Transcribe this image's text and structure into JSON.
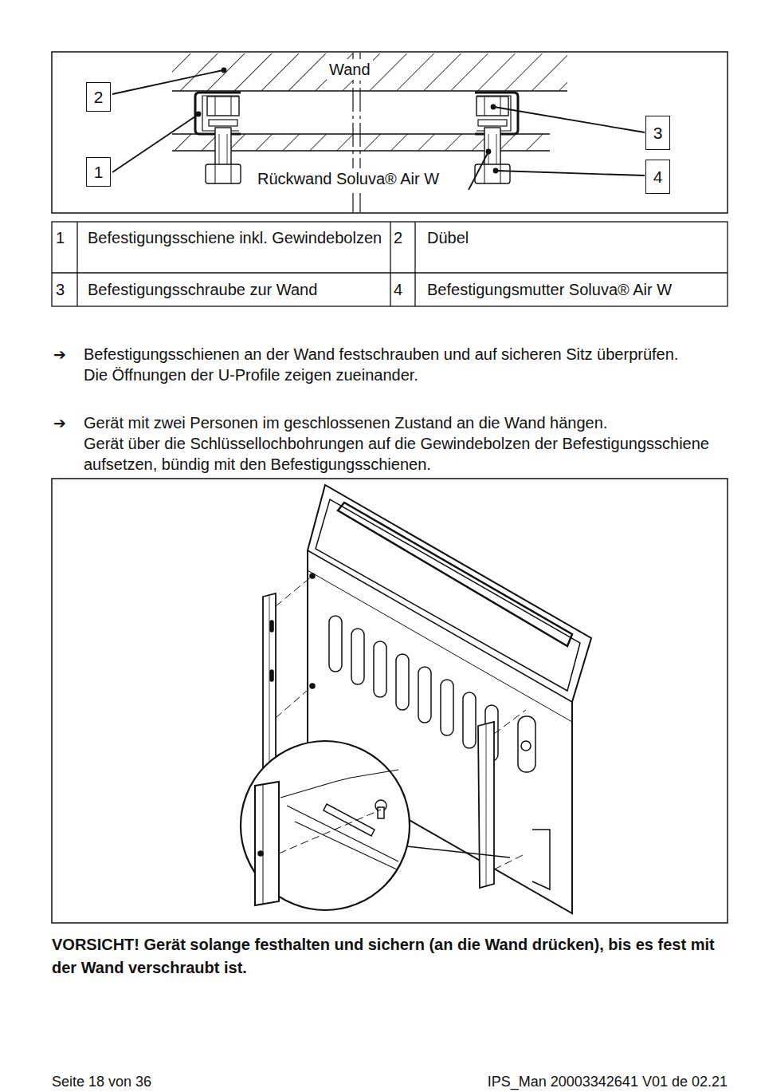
{
  "diagram": {
    "nodes": [
      {
        "text": [
          "2"
        ]
      },
      {
        "text": [
          "3"
        ]
      },
      {
        "text": [
          "1"
        ]
      },
      {
        "text": [
          "4"
        ]
      }
    ],
    "labels": [
      "Wand",
      "Rückwand Soluva® Air W",
      "1",
      "Befestigungsschiene inkl. Gewindebolzen",
      "2",
      "Dübel",
      "3",
      "Befestigungsschraube zur Wand",
      "4",
      "Befestigungsmutter Soluva® Air W",
      "➔",
      "Befestigungsschienen an der Wand festschrauben und auf sicheren Sitz überprüfen.",
      "Die Öffnungen der U-Profile zeigen zueinander.",
      "➔",
      "Gerät mit zwei Personen im geschlossenen Zustand an die Wand hängen.",
      "Gerät über die Schlüssellochbohrungen auf die Gewindebolzen der Befestigungsschiene aufsetzen, bündig mit den Befestigungsschienen.",
      "VORSICHT! Gerät solange festhalten und sichern (an die Wand drücken), bis es fest mit der Wand verschraubt ist.",
      "Seite 18 von 36",
      "IPS_Man 20003342641 V01 de 02.21"
    ]
  }
}
